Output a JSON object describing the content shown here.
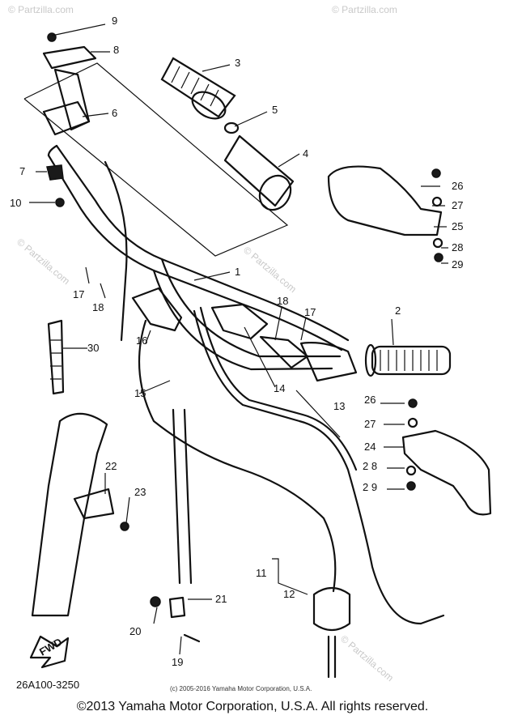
{
  "watermarks": [
    "© Partzilla.com",
    "© Partzilla.com",
    "© Partzilla.com",
    "© Partzilla.com",
    "© Partzilla.com"
  ],
  "callouts": {
    "c1": "1",
    "c2": "2",
    "c3": "3",
    "c4": "4",
    "c5": "5",
    "c6": "6",
    "c7": "7",
    "c8": "8",
    "c9": "9",
    "c10": "10",
    "c11": "11",
    "c12": "12",
    "c13": "13",
    "c14": "14",
    "c15": "15",
    "c16": "16",
    "c17a": "17",
    "c17b": "17",
    "c18a": "18",
    "c18b": "18",
    "c19": "19",
    "c20": "20",
    "c21": "21",
    "c22": "22",
    "c23": "23",
    "c24": "24",
    "c25": "25",
    "c26a": "26",
    "c26b": "26",
    "c27a": "27",
    "c27b": "27",
    "c28a": "28",
    "c28b": "2 8",
    "c29a": "29",
    "c29b": "2 9",
    "c30": "30"
  },
  "part_code": "26A100-3250",
  "fwd_label": "FWD",
  "inner_copyright": "(c) 2005-2016 Yamaha Motor Corporation, U.S.A.",
  "footer_copyright": "©2013 Yamaha Motor Corporation, U.S.A. All rights reserved."
}
